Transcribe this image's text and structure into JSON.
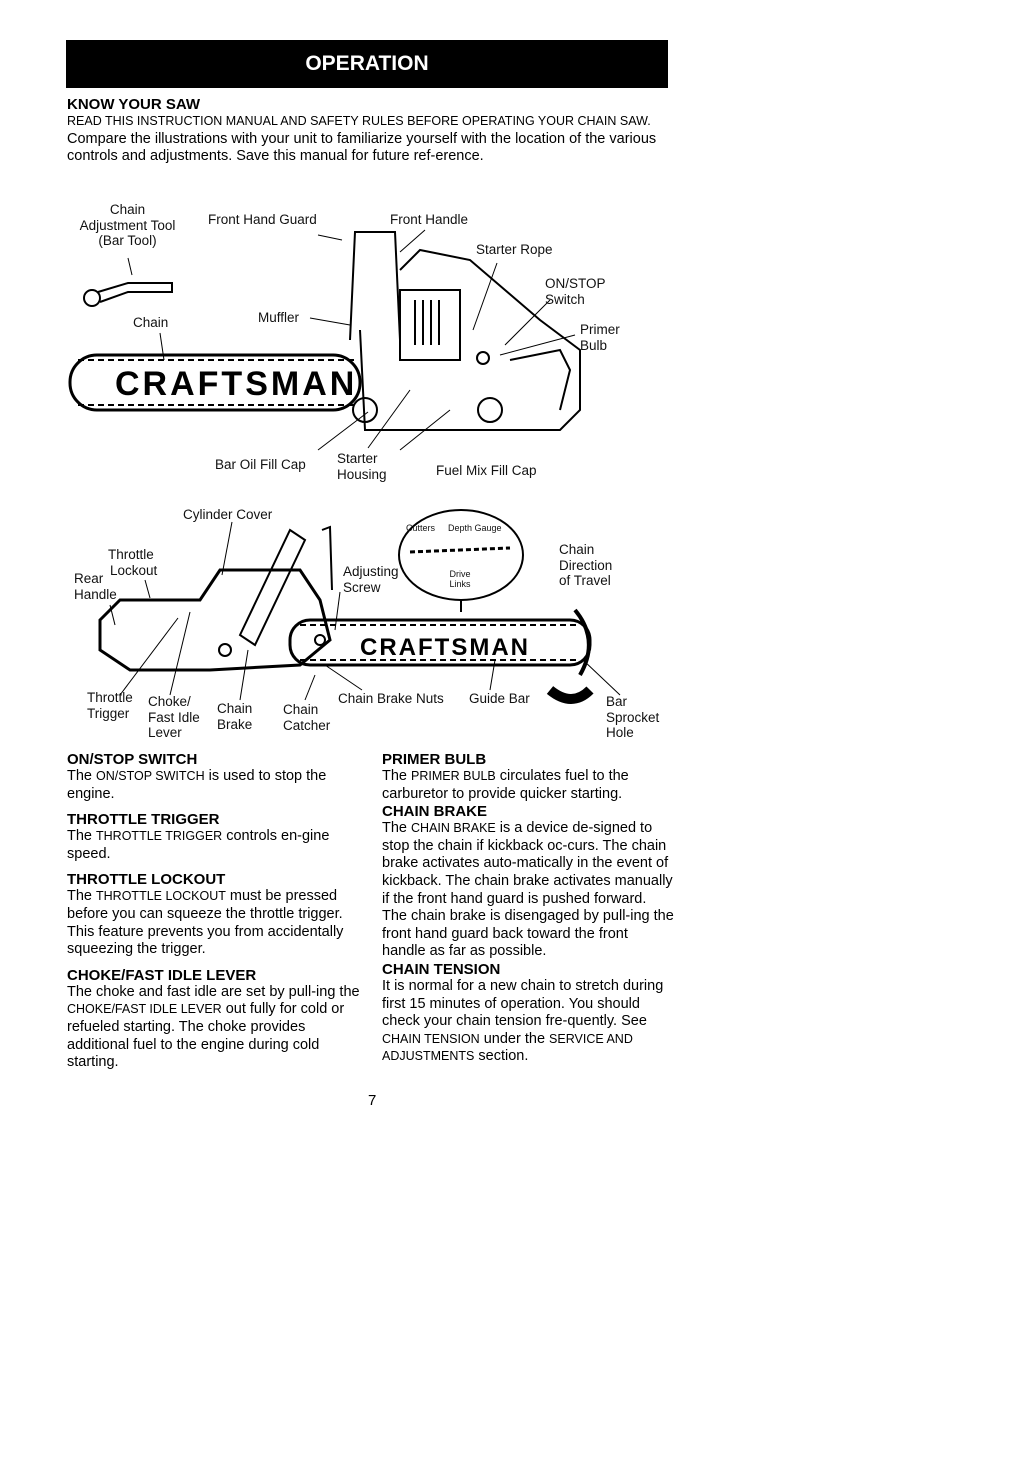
{
  "header": {
    "title": "OPERATION"
  },
  "intro": {
    "heading": "KNOW YOUR SAW",
    "caps": "READ THIS INSTRUCTION MANUAL AND SAFETY RULES BEFORE OPERATING YOUR CHAIN SAW.",
    "text": " Compare the illustrations with your unit to familiarize yourself with the location of the various controls and adjustments. Save this manual for future ref-erence."
  },
  "fig1": {
    "brand": "CRAFTSMAN",
    "chain_tool_1": "Chain",
    "chain_tool_2": "Adjustment Tool",
    "chain_tool_3": "(Bar Tool)",
    "front_hand_guard": "Front Hand Guard",
    "front_handle": "Front Handle",
    "starter_rope": "Starter Rope",
    "on_stop_1": "ON/STOP",
    "on_stop_2": "Switch",
    "primer_1": "Primer",
    "primer_2": "Bulb",
    "chain": "Chain",
    "muffler": "Muffler",
    "bar_oil": "Bar Oil Fill Cap",
    "starter_1": "Starter",
    "starter_2": "Housing",
    "fuel_mix": "Fuel Mix Fill Cap"
  },
  "fig2": {
    "brand": "CRAFTSMAN",
    "cylinder_cover": "Cylinder Cover",
    "throttle_lockout_1": "Throttle",
    "throttle_lockout_2": "Lockout",
    "rear_handle_1": "Rear",
    "rear_handle_2": "Handle",
    "adjusting_1": "Adjusting",
    "adjusting_2": "Screw",
    "cutters": "Cutters",
    "depth_gauge": "Depth Gauge",
    "drive_links_1": "Drive",
    "drive_links_2": "Links",
    "chain_dir_1": "Chain",
    "chain_dir_2": "Direction",
    "chain_dir_3": "of Travel",
    "throttle_trigger_1": "Throttle",
    "throttle_trigger_2": "Trigger",
    "choke_1": "Choke/",
    "choke_2": "Fast Idle",
    "choke_3": "Lever",
    "chain_brake_1": "Chain",
    "chain_brake_2": "Brake",
    "chain_catcher_1": "Chain",
    "chain_catcher_2": "Catcher",
    "brake_nuts": "Chain Brake Nuts",
    "guide_bar": "Guide Bar",
    "sprocket_1": "Bar",
    "sprocket_2": "Sprocket",
    "sprocket_3": "Hole"
  },
  "sections": {
    "on_stop": {
      "heading": "ON/STOP SWITCH",
      "a": "The ",
      "caps": "ON/STOP SWITCH",
      "b": " is used to stop the engine."
    },
    "throttle_trigger": {
      "heading": "THROTTLE TRIGGER",
      "a": "The ",
      "caps": "THROTTLE TRIGGER",
      "b": " controls en-gine speed."
    },
    "throttle_lockout": {
      "heading": "THROTTLE LOCKOUT",
      "a": "The ",
      "caps": "THROTTLE LOCKOUT",
      "b": " must be pressed before you can squeeze the throttle trigger. This feature prevents you from accidentally squeezing the trigger."
    },
    "choke": {
      "heading": "CHOKE/FAST IDLE LEVER",
      "a": "The choke and fast idle are set by pull-ing the ",
      "caps": "CHOKE/FAST IDLE LEVER",
      "b": " out fully for cold or refueled starting. The choke provides additional fuel to the engine during cold starting."
    },
    "primer": {
      "heading": "PRIMER BULB",
      "a": "The ",
      "caps": "PRIMER BULB",
      "b": " circulates fuel to the carburetor to provide quicker starting."
    },
    "chain_brake": {
      "heading": "CHAIN BRAKE",
      "a": "The ",
      "caps": "CHAIN BRAKE",
      "b": " is a device de-signed to stop the chain if kickback oc-curs. The chain brake activates auto-matically in the event of kickback. The chain brake activates manually if the front hand guard is pushed forward. The chain brake is disengaged by pull-ing the front hand guard back toward the front handle as far as possible."
    },
    "chain_tension": {
      "heading": "CHAIN TENSION",
      "a": "It is normal for a new chain to stretch during first 15 minutes of operation. You should check your chain tension fre-quently. See ",
      "caps": "CHAIN TENSION",
      "b": " under the ",
      "caps2": "SERVICE AND ADJUSTMENTS",
      "c": " section."
    }
  },
  "page_number": "7"
}
